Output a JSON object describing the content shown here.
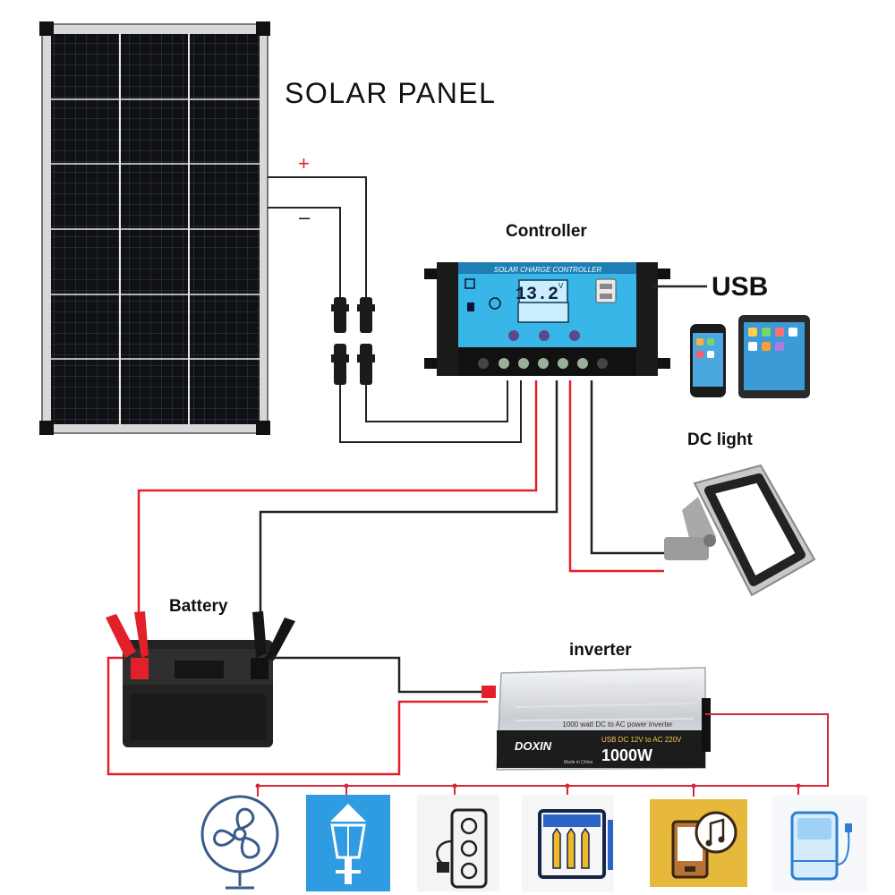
{
  "labels": {
    "solar_panel": "SOLAR PANEL",
    "plus": "+",
    "minus": "–",
    "controller": "Controller",
    "usb": "USB",
    "dc_light": "DC light",
    "battery": "Battery",
    "inverter": "inverter"
  },
  "controller_device": {
    "header": "SOLAR CHARGE CONTROLLER",
    "display": "13.2",
    "unit": "V"
  },
  "inverter_device": {
    "brand": "DOXIN",
    "caption": "1000 watt DC to AC power inverter",
    "usb_line": "USB DC 12V to AC 220V",
    "power": "1000W",
    "made_in": "Made in China"
  },
  "loads": [
    {
      "icon": "fan-icon"
    },
    {
      "icon": "street-lamp-icon"
    },
    {
      "icon": "power-strip-icon"
    },
    {
      "icon": "refrigerator-icon"
    },
    {
      "icon": "music-player-icon"
    },
    {
      "icon": "power-bank-icon"
    }
  ],
  "colors": {
    "positive_wire": "#e2202a",
    "negative_wire": "#222222",
    "controller_face": "#38b6e8",
    "load_bus": "#d9263a"
  }
}
